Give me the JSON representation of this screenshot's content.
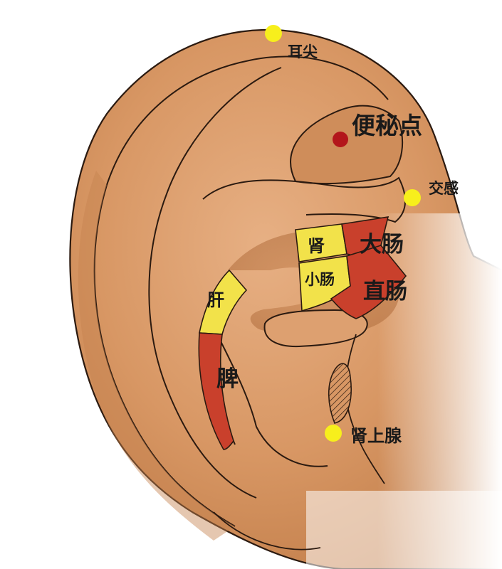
{
  "points": [
    {
      "id": "ear-apex",
      "label": "耳尖",
      "color": "#f7ef1c"
    },
    {
      "id": "constipation",
      "label": "便秘点",
      "color": "#b3161b"
    },
    {
      "id": "sympathetic",
      "label": "交感",
      "color": "#f7ef1c"
    },
    {
      "id": "adrenal",
      "label": "肾上腺",
      "color": "#f7ef1c"
    }
  ],
  "regions": [
    {
      "id": "kidney",
      "label": "肾",
      "color": "#f2e24a"
    },
    {
      "id": "small-intestine",
      "label": "小肠",
      "color": "#f2e24a"
    },
    {
      "id": "large-intestine",
      "label": "大肠",
      "color": "#c9402c"
    },
    {
      "id": "rectum",
      "label": "直肠",
      "color": "#c9402c"
    },
    {
      "id": "liver",
      "label": "肝",
      "color": "#f2e24a"
    },
    {
      "id": "spleen",
      "label": "脾",
      "color": "#c9402c"
    }
  ],
  "colors": {
    "skin": "#d89764",
    "skin_light": "#e4ac7c",
    "skin_shadow": "#b87646",
    "outline": "#2b1a10"
  }
}
